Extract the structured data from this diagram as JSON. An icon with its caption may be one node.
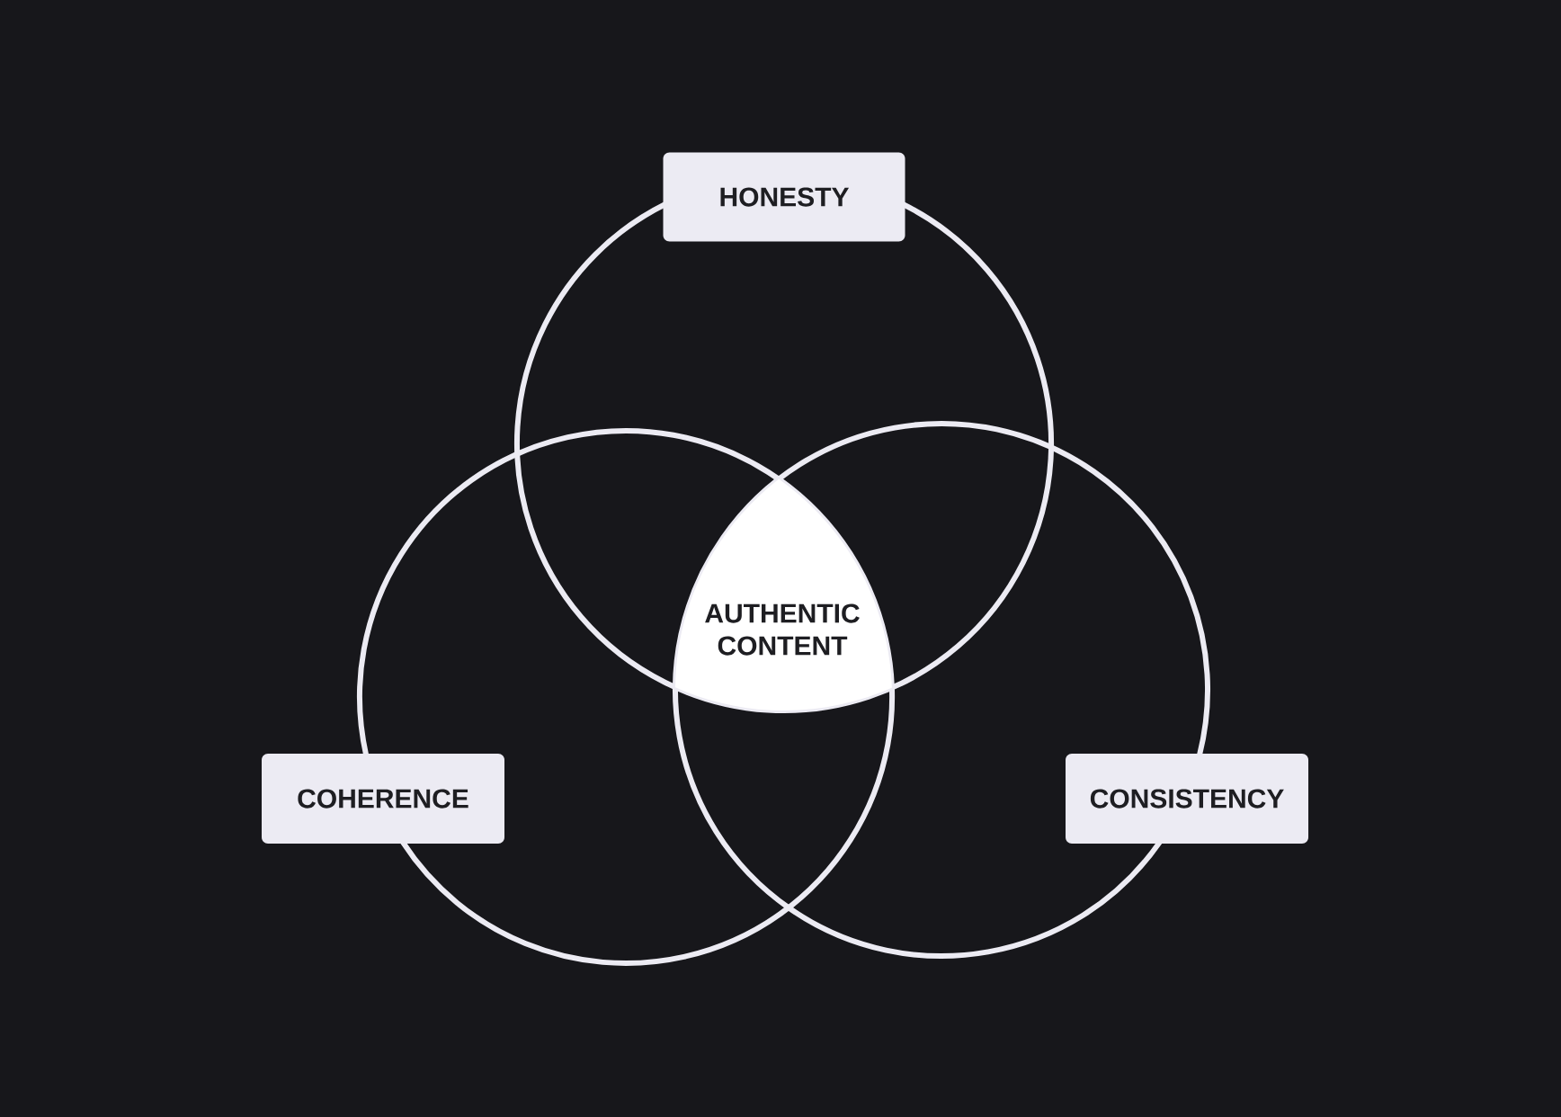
{
  "diagram": {
    "nodes": [
      {
        "text": [
          "HONESTY"
        ]
      },
      {
        "text": [
          "COHERENCE"
        ]
      },
      {
        "text": [
          "CONSISTENCY"
        ]
      },
      {
        "text": [
          "AUTHENTIC CONTENT"
        ]
      },
      {
        "text": [],
        "shape": "circle"
      },
      {
        "text": [],
        "shape": "circle"
      },
      {
        "text": [],
        "shape": "circle"
      }
    ],
    "edges": []
  }
}
